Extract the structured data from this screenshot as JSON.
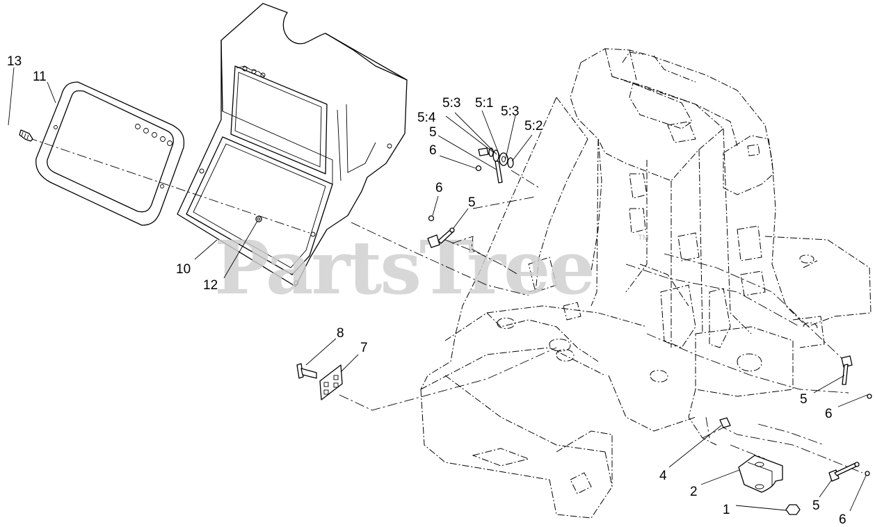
{
  "watermark": {
    "text": "PartsTree",
    "trademark": "TM"
  },
  "callouts": [
    {
      "id": "c-13",
      "text": "13"
    },
    {
      "id": "c-11",
      "text": "11"
    },
    {
      "id": "c-10",
      "text": "10"
    },
    {
      "id": "c-12",
      "text": "12"
    },
    {
      "id": "c-5-3a",
      "text": "5:3"
    },
    {
      "id": "c-5-1",
      "text": "5:1"
    },
    {
      "id": "c-5-3b",
      "text": "5:3"
    },
    {
      "id": "c-5-4",
      "text": "5:4"
    },
    {
      "id": "c-5-2",
      "text": "5:2"
    },
    {
      "id": "c-5a",
      "text": "5"
    },
    {
      "id": "c-6a",
      "text": "6"
    },
    {
      "id": "c-6b",
      "text": "6"
    },
    {
      "id": "c-5b",
      "text": "5"
    },
    {
      "id": "c-8",
      "text": "8"
    },
    {
      "id": "c-7",
      "text": "7"
    },
    {
      "id": "c-5c",
      "text": "5"
    },
    {
      "id": "c-6c",
      "text": "6"
    },
    {
      "id": "c-4",
      "text": "4"
    },
    {
      "id": "c-2",
      "text": "2"
    },
    {
      "id": "c-1",
      "text": "1"
    },
    {
      "id": "c-5d",
      "text": "5"
    },
    {
      "id": "c-6d",
      "text": "6"
    }
  ]
}
